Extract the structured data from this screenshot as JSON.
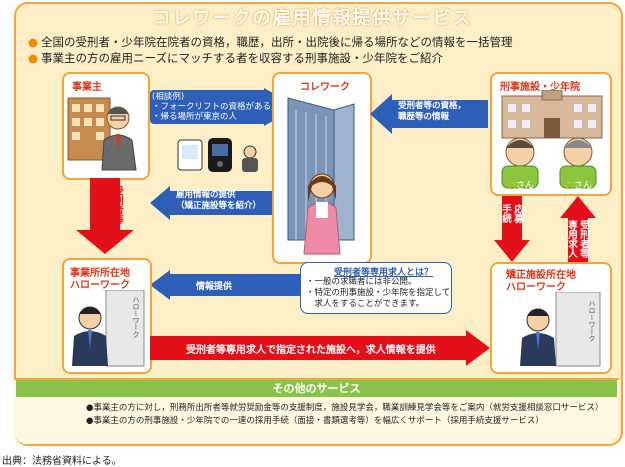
{
  "title": "コレワークの雇用情報提供サービス",
  "intro": [
    "全国の受刑者・少年院在院者の資格，職歴，出所・出院後に帰る場所などの情報を一括管理",
    "事業主の方の雇用ニーズにマッチする者を収容する刑事施設・少年院をご紹介"
  ],
  "nodes": {
    "employer": "事業主",
    "corrework": "コレワーク",
    "facility": "刑事施設・少年院",
    "hellowork_left_1": "事業所所在地",
    "hellowork_left_2": "ハローワーク",
    "hellowork_right_1": "矯正施設所在地",
    "hellowork_right_2": "ハローワーク"
  },
  "consult_example": {
    "head": "(相談例)",
    "items": [
      "・フォークリフトの資格がある人",
      "・帰る場所が東京の人"
    ]
  },
  "person_tags": [
    "さん",
    "さん"
  ],
  "arrows": {
    "info_in_1": "受刑者等の資格，",
    "info_in_2": "職歴等の情報",
    "employment_info_1": "雇用情報の提供",
    "employment_info_2": "（矯正施設等を紹介）",
    "info_provide": "情報提供",
    "apply_a": "受刑者等",
    "apply_b": "専用求人の",
    "apply_c": "申込み",
    "procedure_a": "応募",
    "procedure_b": "手続",
    "job_offer_a": "受刑者等",
    "job_offer_b": "専用求人",
    "bottom": "受刑者等専用求人で指定された施設へ，求人情報を提供"
  },
  "note": {
    "head": "受刑者等専用求人とは？",
    "items": [
      "・一般の求職者には非公開。",
      "・特定の刑事施設・少年院を指定して",
      "　求人をすることができます。"
    ]
  },
  "building_sign": "ハローワーク",
  "other_services": {
    "head": "その他のサービス",
    "items": [
      "●事業主の方に対し，刑務所出所者等就労奨励金等の支援制度，施設見学会，職業訓練見学会等をご案内（就労支援相談窓口サービス）",
      "●事業主の方の刑事施設・少年院での一連の採用手続（面接・書類選考等）を幅広くサポート（採用手続支援サービス）"
    ]
  },
  "footer": "出典：法務省資料による。",
  "colors": {
    "orange": "#f2a53a",
    "blue": "#2e5fb8",
    "red": "#e3101a",
    "green": "#8bc34a",
    "cream": "#fcefc8"
  }
}
